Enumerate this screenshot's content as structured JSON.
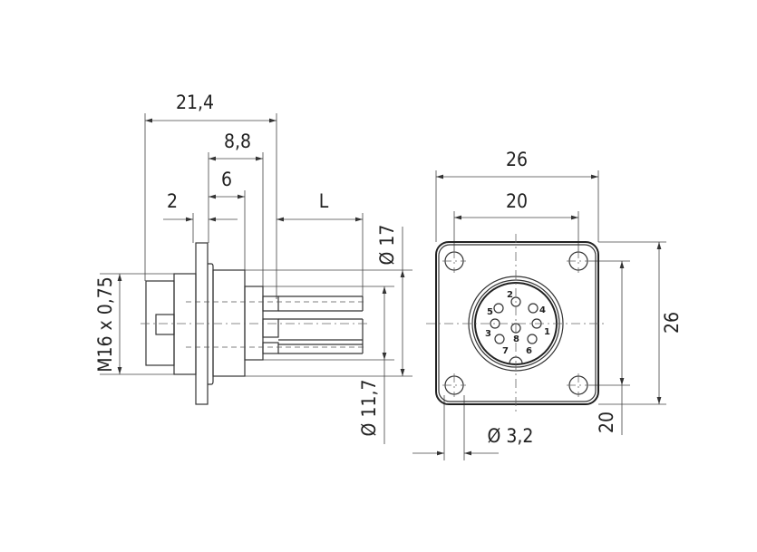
{
  "side_view": {
    "dim_total_length": "21,4",
    "dim_body_length": "8,8",
    "dim_inner_length": "6",
    "dim_flange_thickness": "2",
    "dim_wire_length": "L",
    "dim_thread": "M16 x 0,75",
    "dim_outer_diameter": "Ø 17",
    "dim_inner_diameter": "Ø 11,7"
  },
  "front_view": {
    "dim_flange_width": "26",
    "dim_hole_spacing_h": "20",
    "dim_flange_height": "26",
    "dim_hole_spacing_v": "20",
    "dim_hole_diameter": "Ø 3,2",
    "pin_labels": [
      "1",
      "2",
      "3",
      "4",
      "5",
      "6",
      "7",
      "8"
    ]
  }
}
